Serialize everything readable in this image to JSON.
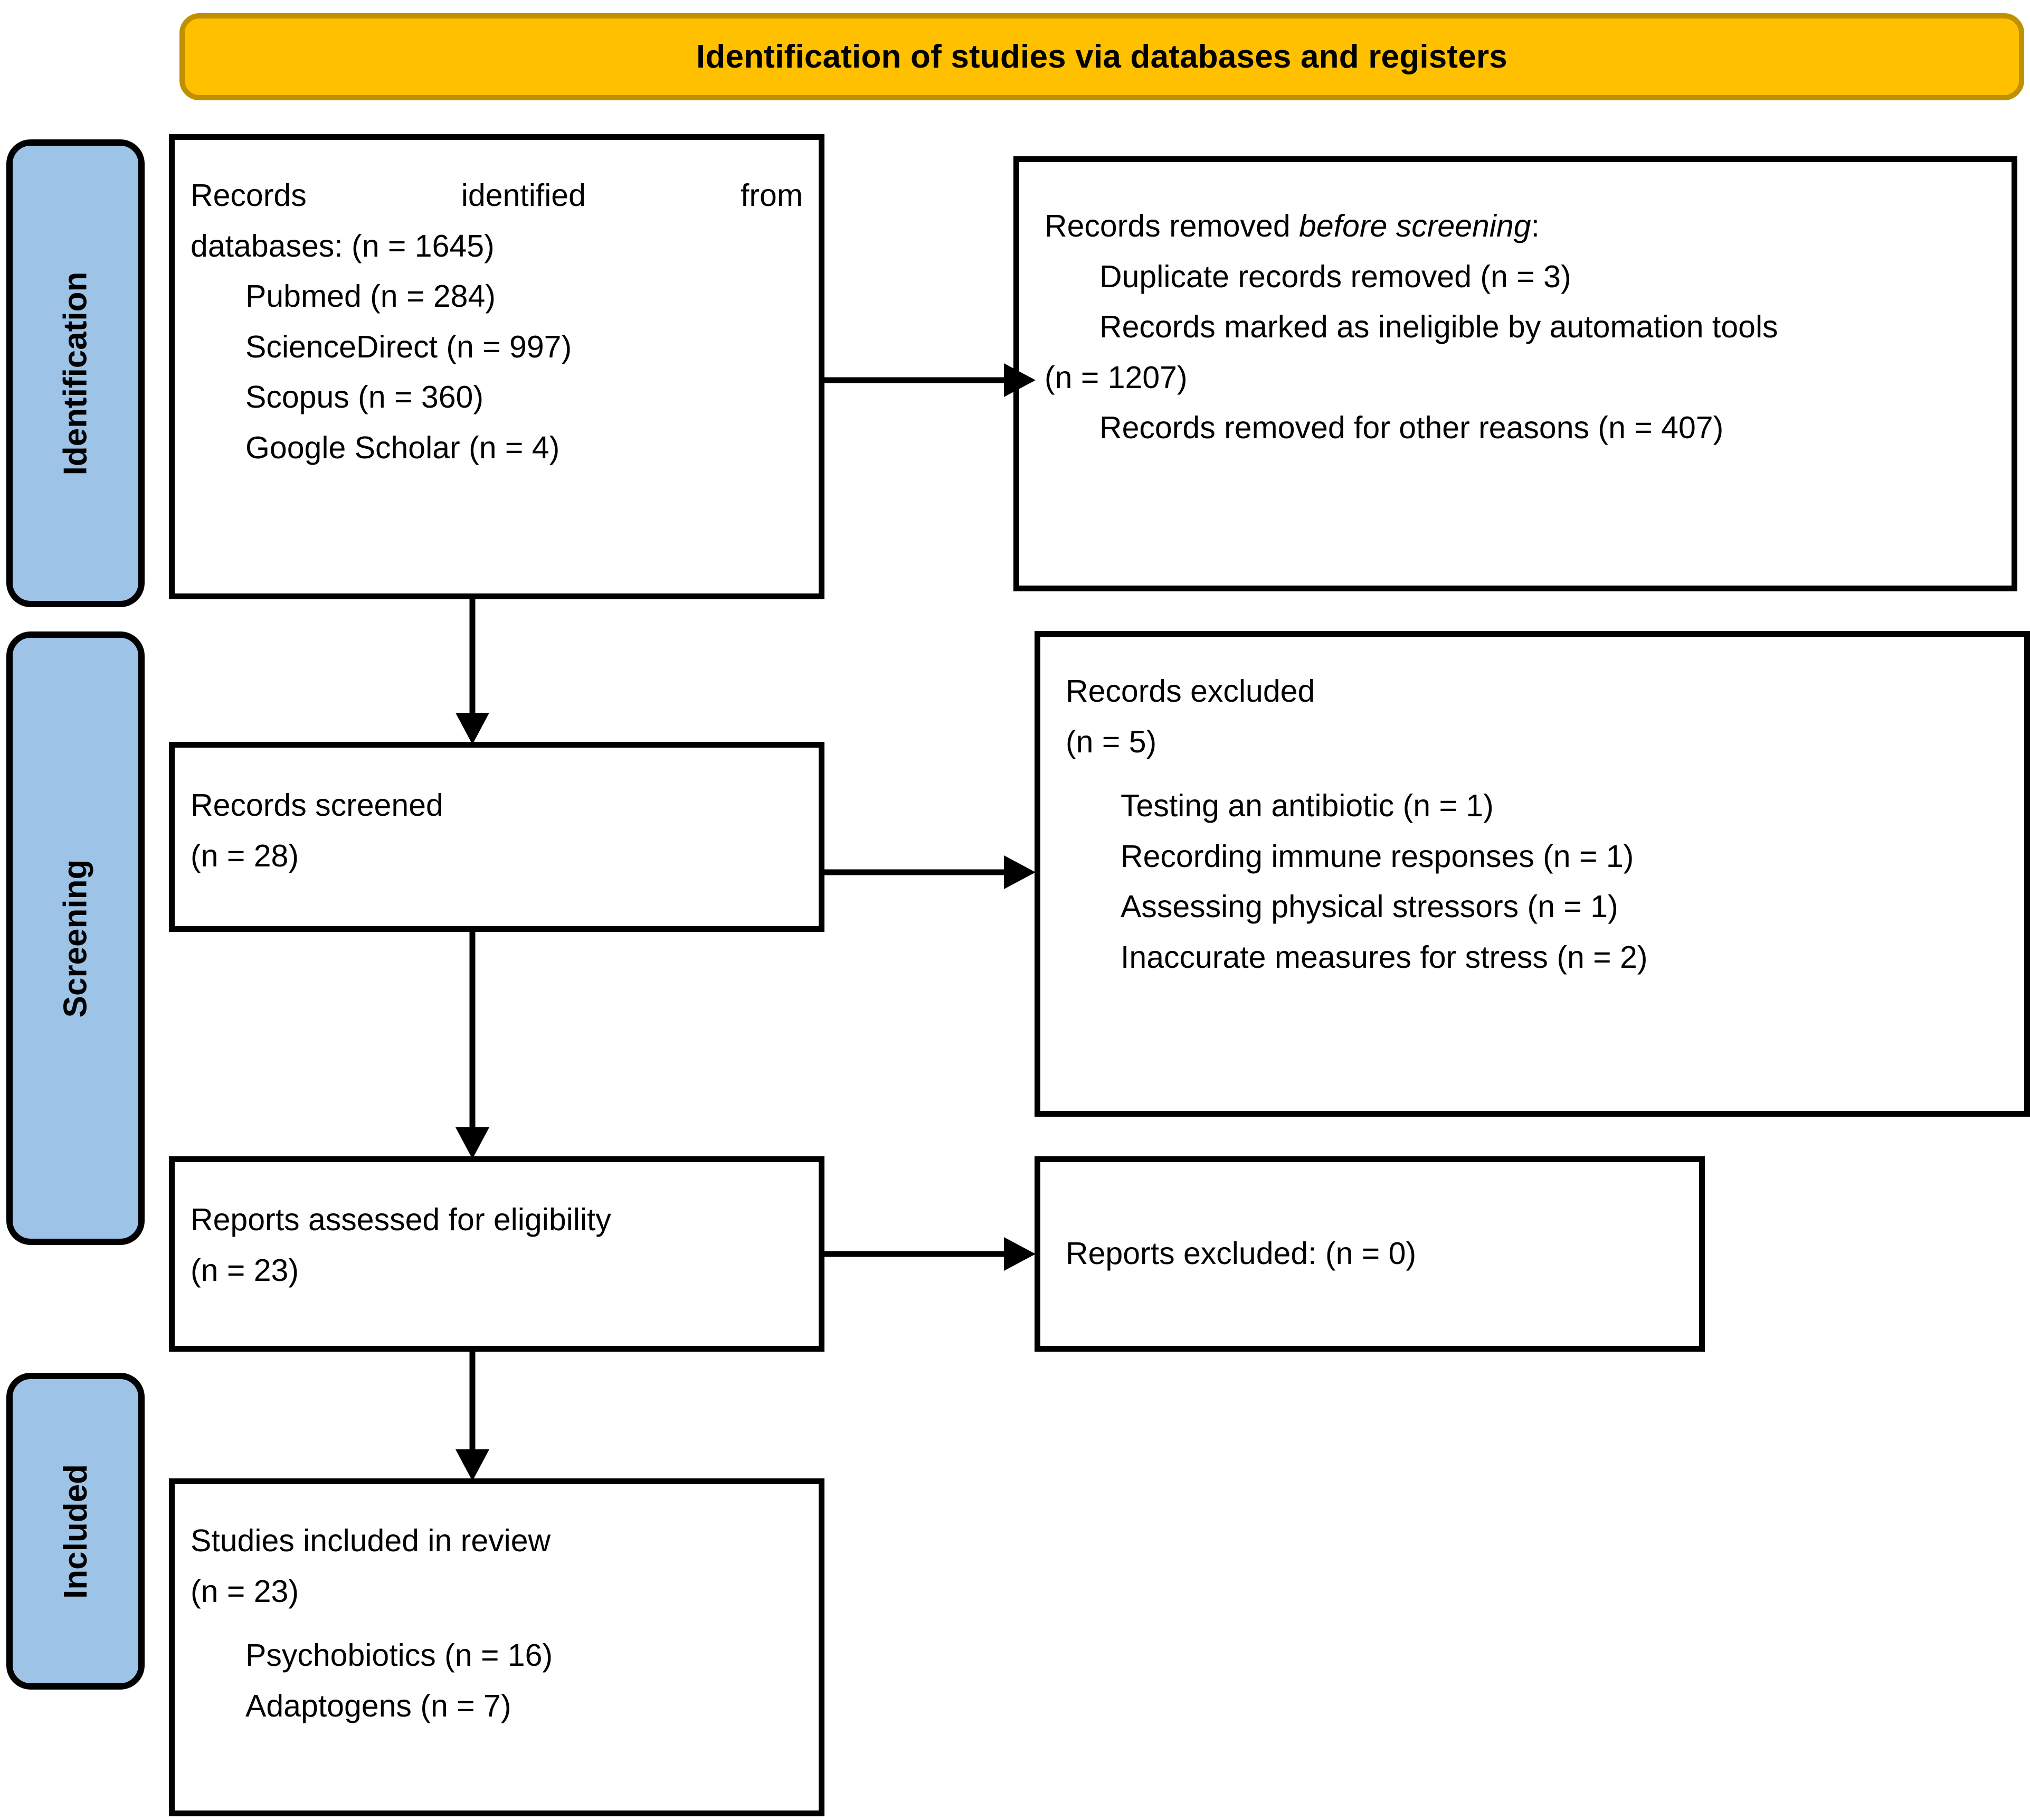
{
  "header": {
    "title": "Identification of studies via databases and registers",
    "fill_color": "#FFC000",
    "border_color": "#BF9000"
  },
  "stages": {
    "fill_color": "#9DC3E6",
    "items": [
      {
        "label": "Identification"
      },
      {
        "label": "Screening"
      },
      {
        "label": "Included"
      }
    ]
  },
  "boxes": {
    "records_identified": {
      "heading_line1": "Records identified from",
      "heading_line2": "databases: (n = 1645)",
      "sources": [
        "Pubmed (n = 284)",
        "ScienceDirect (n = 997)",
        "Scopus (n = 360)",
        "Google Scholar (n = 4)"
      ]
    },
    "records_removed": {
      "heading_prefix": "Records removed ",
      "heading_italic": "before screening",
      "heading_suffix": ":",
      "reasons": [
        "Duplicate records removed (n = 3)",
        "Records marked as ineligible by automation tools",
        "(n = 1207)",
        "Records removed for other reasons (n = 407)"
      ]
    },
    "records_screened": {
      "heading": "Records screened",
      "count": "(n = 28)"
    },
    "records_excluded": {
      "heading": "Records excluded",
      "count": "(n = 5)",
      "reasons": [
        "Testing an antibiotic (n = 1)",
        "Recording immune responses (n = 1)",
        "Assessing physical stressors (n = 1)",
        "Inaccurate measures for stress (n = 2)"
      ]
    },
    "reports_assessed": {
      "heading": "Reports assessed for eligibility",
      "count": "(n = 23)"
    },
    "reports_excluded": {
      "text": "Reports excluded: (n = 0)"
    },
    "studies_included": {
      "heading": "Studies included in review",
      "count": "(n = 23)",
      "categories": [
        "Psychobiotics (n = 16)",
        "Adaptogens (n = 7)"
      ]
    }
  },
  "flow": {
    "arrows": [
      {
        "name": "identified-to-removed",
        "direction": "right"
      },
      {
        "name": "identified-to-screened",
        "direction": "down"
      },
      {
        "name": "screened-to-excluded",
        "direction": "right"
      },
      {
        "name": "screened-to-assessed",
        "direction": "down"
      },
      {
        "name": "assessed-to-reports-excluded",
        "direction": "right"
      },
      {
        "name": "assessed-to-included",
        "direction": "down"
      }
    ]
  }
}
